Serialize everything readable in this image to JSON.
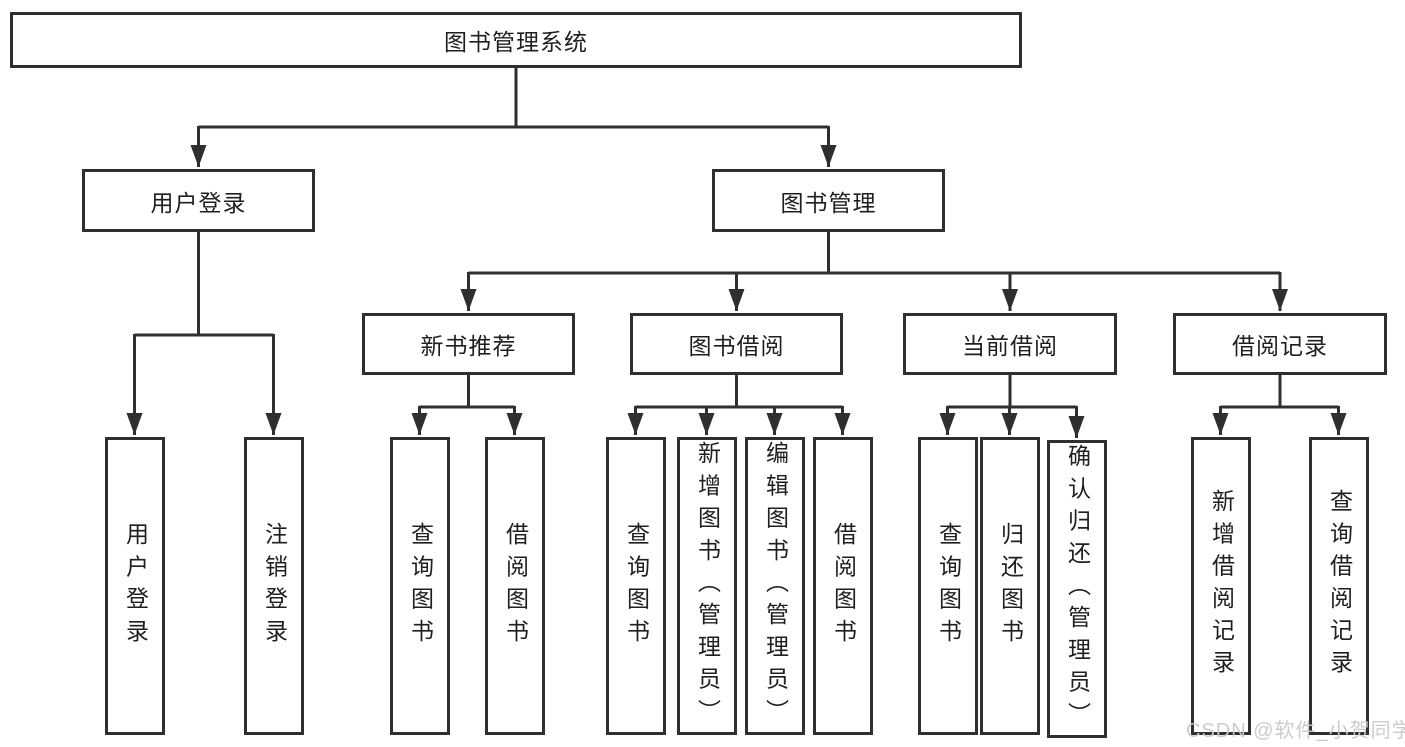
{
  "diagram_title": "图书管理系统",
  "colors": {
    "line": "#2f2f2f",
    "text": "#1f1f1f",
    "watermark": "#c9c9ce"
  },
  "nodes": {
    "root": {
      "label": "图书管理系统"
    },
    "l1_user_login": {
      "label": "用户登录"
    },
    "l1_book_management": {
      "label": "图书管理"
    },
    "l2_new_book_recommend": {
      "label": "新书推荐"
    },
    "l2_book_borrow": {
      "label": "图书借阅"
    },
    "l2_current_borrow": {
      "label": "当前借阅"
    },
    "l2_borrow_records": {
      "label": "借阅记录"
    },
    "leaf_user_login": {
      "label": "用户登录"
    },
    "leaf_logout": {
      "label": "注销登录"
    },
    "leaf_nb_query_books": {
      "label": "查询图书"
    },
    "leaf_nb_borrow_books": {
      "label": "借阅图书"
    },
    "leaf_bb_query_books": {
      "label": "查询图书"
    },
    "leaf_bb_add_books": {
      "label": "新增图书（管理员）"
    },
    "leaf_bb_edit_books": {
      "label": "编辑图书（管理员）"
    },
    "leaf_bb_borrow_books": {
      "label": "借阅图书"
    },
    "leaf_cb_query_books": {
      "label": "查询图书"
    },
    "leaf_cb_return_books": {
      "label": "归还图书"
    },
    "leaf_cb_confirm_return": {
      "label": "确认归还（管理员）"
    },
    "leaf_br_add_record": {
      "label": "新增借阅记录"
    },
    "leaf_br_query_record": {
      "label": "查询借阅记录"
    }
  },
  "watermark": {
    "text": "CSDN @软件_小贺同学"
  }
}
